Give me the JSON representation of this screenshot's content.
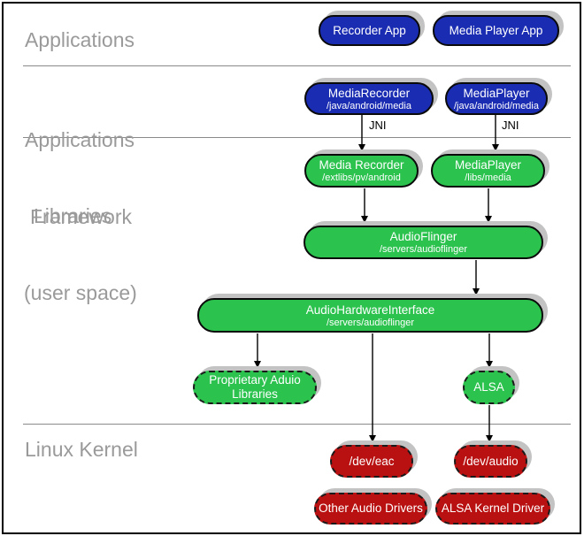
{
  "section_labels": {
    "applications": "Applications",
    "framework": [
      "Applications",
      "Framework"
    ],
    "libraries": [
      "Libraries",
      "(user space)"
    ],
    "kernel": "Linux Kernel"
  },
  "nodes": {
    "recorder_app": {
      "title": "Recorder App",
      "layer": "Applications",
      "color": "#1a2cb2"
    },
    "media_player_app": {
      "title": "Media Player App",
      "layer": "Applications",
      "color": "#1a2cb2"
    },
    "media_recorder_fw": {
      "title": "MediaRecorder",
      "subtitle": "/java/android/media",
      "layer": "Applications Framework",
      "color": "#1a2cb2"
    },
    "media_player_fw": {
      "title": "MediaPlayer",
      "subtitle": "/java/android/media",
      "layer": "Applications Framework",
      "color": "#1a2cb2"
    },
    "media_recorder_lib": {
      "title": "Media Recorder",
      "subtitle": "/extlibs/pv/android",
      "layer": "Libraries (user space)",
      "color": "#2bc24e"
    },
    "media_player_lib": {
      "title": "MediaPlayer",
      "subtitle": "/libs/media",
      "layer": "Libraries (user space)",
      "color": "#2bc24e"
    },
    "audioflinger": {
      "title": "AudioFlinger",
      "subtitle": "/servers/audioflinger",
      "layer": "Libraries (user space)",
      "color": "#2bc24e"
    },
    "audio_hw_interface": {
      "title": "AudioHardwareInterface",
      "subtitle": "/servers/audioflinger",
      "layer": "Libraries (user space)",
      "color": "#2bc24e"
    },
    "proprietary_libs": {
      "title": "Proprietary Aduio",
      "title2": "Libraries",
      "layer": "Libraries (user space)",
      "color": "#2bc24e",
      "dashed": true
    },
    "alsa": {
      "title": "ALSA",
      "layer": "Libraries (user space)",
      "color": "#2bc24e",
      "dashed": true
    },
    "dev_eac": {
      "title": "/dev/eac",
      "layer": "Linux Kernel",
      "color": "#b91111",
      "dashed": true
    },
    "dev_audio": {
      "title": "/dev/audio",
      "layer": "Linux Kernel",
      "color": "#b91111",
      "dashed": true
    },
    "other_audio_drivers": {
      "title": "Other Audio Drivers",
      "layer": "Linux Kernel",
      "color": "#b91111",
      "dashed": true
    },
    "alsa_kernel_driver": {
      "title": "ALSA Kernel Driver",
      "layer": "Linux Kernel",
      "color": "#b91111",
      "dashed": true
    }
  },
  "edges": [
    {
      "from": "MediaRecorder (framework)",
      "to": "Media Recorder (libraries)",
      "label": "JNI"
    },
    {
      "from": "MediaPlayer (framework)",
      "to": "MediaPlayer (libraries)",
      "label": "JNI"
    },
    {
      "from": "Media Recorder (libraries)",
      "to": "AudioFlinger",
      "label": ""
    },
    {
      "from": "MediaPlayer (libraries)",
      "to": "AudioFlinger",
      "label": ""
    },
    {
      "from": "AudioFlinger",
      "to": "AudioHardwareInterface",
      "label": ""
    },
    {
      "from": "AudioHardwareInterface",
      "to": "Proprietary Aduio Libraries",
      "label": ""
    },
    {
      "from": "AudioHardwareInterface",
      "to": "/dev/eac",
      "label": ""
    },
    {
      "from": "AudioHardwareInterface",
      "to": "ALSA",
      "label": ""
    },
    {
      "from": "ALSA",
      "to": "/dev/audio",
      "label": ""
    }
  ],
  "colors": {
    "application_blue": "#1a2cb2",
    "library_green": "#2bc24e",
    "kernel_red": "#b91111",
    "section_label_gray": "#9a9a9a",
    "divider_gray": "#8a8a8a",
    "shadow_gray": "#c3c3c3",
    "pill_text": "#ffffff",
    "arrow_black": "#000000",
    "background": "#ffffff"
  }
}
